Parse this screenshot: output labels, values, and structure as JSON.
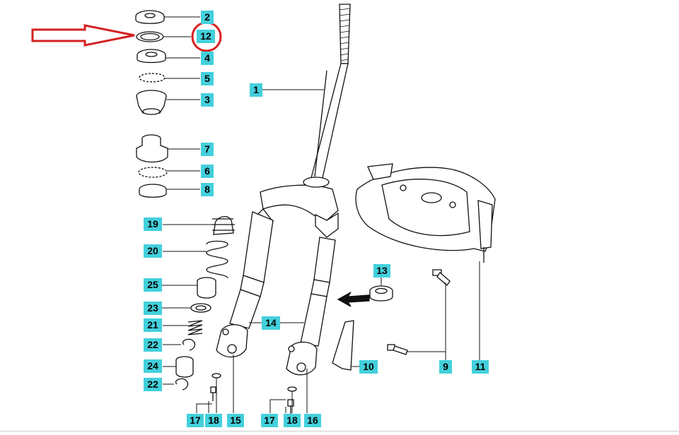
{
  "labels": {
    "n1": "1",
    "n2": "2",
    "n3": "3",
    "n4": "4",
    "n5": "5",
    "n6": "6",
    "n7": "7",
    "n8": "8",
    "n9": "9",
    "n10": "10",
    "n11": "11",
    "n12": "12",
    "n13": "13",
    "n14": "14",
    "n15": "15",
    "n16": "16",
    "n17a": "17",
    "n17b": "17",
    "n18a": "18",
    "n18b": "18",
    "n19": "19",
    "n20": "20",
    "n21": "21",
    "n22a": "22",
    "n22b": "22",
    "n23": "23",
    "n24": "24",
    "n25": "25"
  },
  "colors": {
    "label_background": "#43d0dc",
    "highlight_red": "#d62020",
    "line_art": "#111111"
  },
  "annotations": {
    "highlighted_part": "12",
    "highlight_shapes": [
      "outline-arrow",
      "circle"
    ]
  }
}
